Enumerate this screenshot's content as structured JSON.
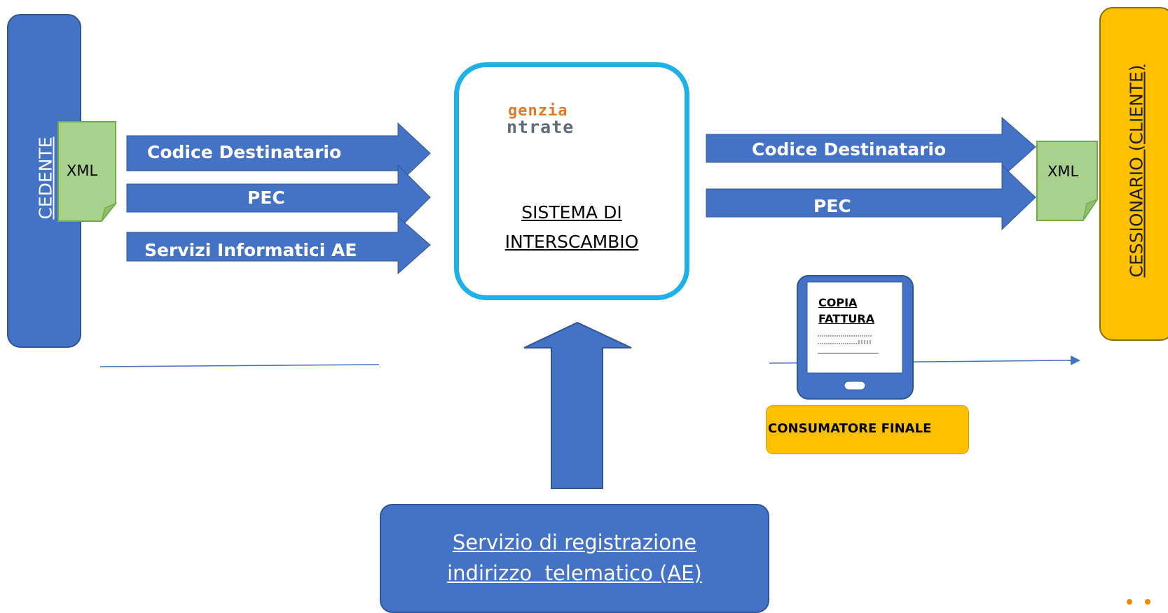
{
  "cedente": {
    "label": "CEDENTE"
  },
  "cessionario": {
    "label": "CESSIONARIO (CLIENTE)"
  },
  "xml_doc_left": {
    "label": "XML"
  },
  "xml_doc_right": {
    "label": "XML"
  },
  "left_arrows": [
    "Codice Destinatario",
    "PEC",
    "Servizi Informatici AE"
  ],
  "right_arrows": [
    "Codice Destinatario",
    "PEC"
  ],
  "sdi": {
    "logo_line1": "genzia",
    "logo_line2": "ntrate",
    "title_line1": "SISTEMA DI",
    "title_line2": "INTERSCAMBIO"
  },
  "tablet": {
    "title_line1": "COPIA",
    "title_line2": "FATTURA"
  },
  "consumatore": {
    "label": "CONSUMATORE FINALE"
  },
  "registrazione": {
    "line1": "Servizio di registrazione",
    "line2": "indirizzo  telematico (AE)"
  },
  "colors": {
    "blue": "#4472c4",
    "sdi_border": "#1fb0e8",
    "orange": "#ffc000",
    "xml_green": "#a9d18e",
    "logo_orange": "#e07a2a"
  }
}
